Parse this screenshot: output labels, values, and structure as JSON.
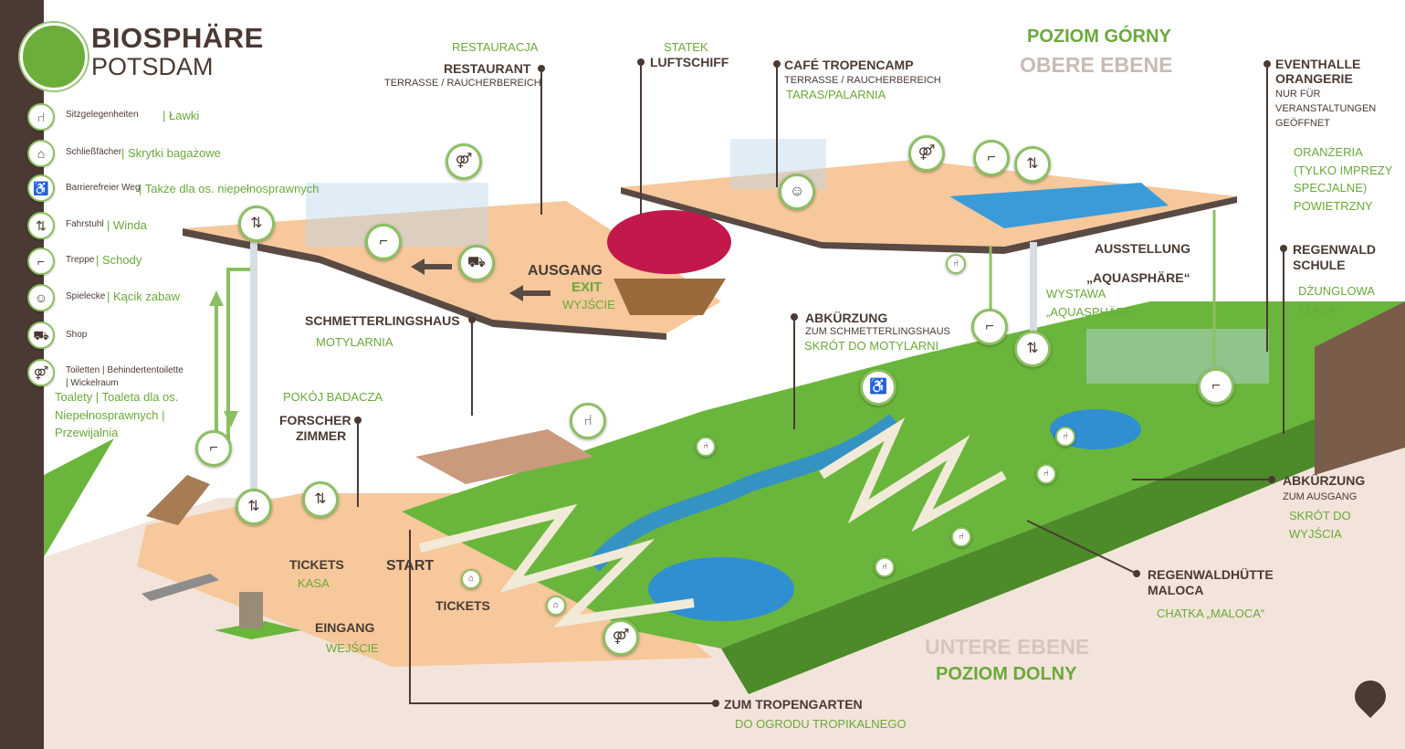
{
  "brand": {
    "line1": "BIOSPHÄRE",
    "line2": "POTSDAM",
    "logo_icon": "gecko-icon"
  },
  "colors": {
    "brown": "#4a3a33",
    "green": "#6aa93a",
    "sand": "#f5c99a",
    "grass": "#6ab63c",
    "water": "#2f8fd0"
  },
  "legend": [
    {
      "icon": "chair-icon",
      "de": "Sitzgelegenheiten",
      "pl": "Ławki"
    },
    {
      "icon": "hanger-icon",
      "de": "Schließfächer",
      "pl": "Skrytki bagażowe"
    },
    {
      "icon": "wheelchair-icon",
      "de": "Barrierefreier Weg",
      "pl": "Także dla os. niepełnosprawnych"
    },
    {
      "icon": "elevator-icon",
      "de": "Fahrstuhl",
      "pl": "Winda"
    },
    {
      "icon": "stairs-icon",
      "de": "Treppe",
      "pl": "Schody"
    },
    {
      "icon": "smiley-icon",
      "de": "Spielecke",
      "pl": "Kącik zabaw"
    },
    {
      "icon": "cart-icon",
      "de": "Shop",
      "pl": ""
    },
    {
      "icon": "toilet-icon",
      "de": "Toiletten | Behindertentoilette | Wickelraum",
      "pl": ""
    }
  ],
  "legend_toilet_pl": [
    "Toalety | Toaleta dla os.",
    "Niepełnosprawnych |",
    "Przewijalnia"
  ],
  "levels": {
    "upper_pl": "POZIOM GÓRNY",
    "upper_de": "OBERE EBENE",
    "lower_de": "UNTERE EBENE",
    "lower_pl": "POZIOM DOLNY"
  },
  "places": {
    "restaurant": {
      "pl": "RESTAURACJA",
      "de": "RESTAURANT",
      "sub": "TERRASSE / RAUCHERBEREICH"
    },
    "luftschiff": {
      "pl": "STATEK",
      "de": "LUFTSCHIFF"
    },
    "cafe": {
      "de": "CAFÉ TROPENCAMP",
      "sub": "TERRASSE / RAUCHERBEREICH",
      "pl": "TARAS/PALARNIA"
    },
    "eventhalle": {
      "de1": "EVENTHALLE",
      "de2": "ORANGERIE",
      "sub1": "NUR FÜR",
      "sub2": "VERANSTALTUNGEN",
      "sub3": "GEÖFFNET",
      "pl1": "ORANŻERIA",
      "pl2": "(TYLKO IMPREZY",
      "pl3": "SPECJALNE)",
      "pl4": "POWIETRZNY"
    },
    "ausstellung": {
      "de1": "AUSSTELLUNG",
      "de2": "„AQUASPHÄRE“",
      "pl1": "WYSTAWA",
      "pl2": "„AQUASPHÄRE"
    },
    "regenwaldschule": {
      "de1": "REGENWALD",
      "de2": "SCHULE",
      "pl1": "DŻUNGLOWA",
      "pl2": "KLASA”"
    },
    "ausgang": {
      "de": "AUSGANG",
      "en": "EXIT",
      "pl": "WYJŚCIE"
    },
    "schmetterlingshaus": {
      "de": "SCHMETTERLINGSHAUS",
      "pl": "MOTYLARNIA"
    },
    "abkuerzung1": {
      "de": "ABKÜRZUNG",
      "sub": "ZUM SCHMETTERLINGSHAUS",
      "pl": "SKRÓT DO MOTYLARNI"
    },
    "forscher": {
      "pl": "POKÓJ BADACZA",
      "de1": "FORSCHER",
      "de2": "ZIMMER"
    },
    "tickets1": {
      "de": "TICKETS",
      "pl": "KASA"
    },
    "start": {
      "de": "START"
    },
    "tickets2": {
      "de": "TICKETS"
    },
    "eingang": {
      "de": "EINGANG",
      "pl": "WEJŚCIE"
    },
    "abkuerzung2": {
      "de": "ABKÜRZUNG",
      "sub": "ZUM AUSGANG",
      "pl1": "SKRÓT DO",
      "pl2": "WYJŚCIA"
    },
    "maloca": {
      "de1": "REGENWALDHÜTTE",
      "de2": "MALOCA",
      "pl": "CHATKA „MALOCA“"
    },
    "tropengarten": {
      "de": "ZUM TROPENGARTEN",
      "pl": "DO OGRODU TROPIKALNEGO"
    }
  }
}
